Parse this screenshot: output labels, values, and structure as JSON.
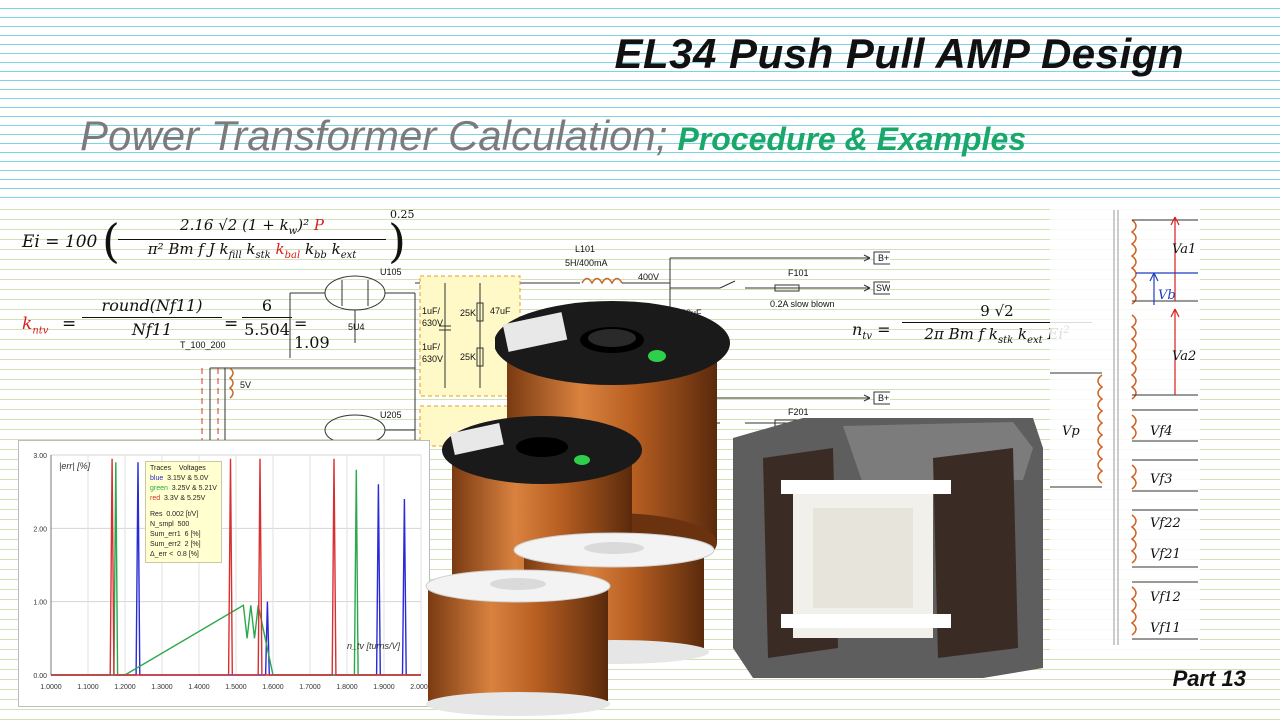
{
  "header": {
    "title": "EL34  Push Pull AMP Design",
    "subtitle_grey": "Power Transformer Calculation;",
    "subtitle_green": "Procedure & Examples",
    "part": "Part 13"
  },
  "equations": {
    "ei_lhs": "Ei = 100",
    "ei_numerator": "2.16 √2 (1 + k",
    "ei_numerator_tail": ")² ",
    "ei_P": "P",
    "ei_denominator_a": "π² Bm f J k",
    "ei_denominator_b": " k",
    "ei_kbal": "k",
    "ei_denominator_c": " k",
    "ei_denominator_d": " k",
    "ei_exp": "0.25",
    "kntv_lhs": "k",
    "kntv_num": "round(Nf11)",
    "kntv_den": "Nf11",
    "kntv_mid_num": "6",
    "kntv_mid_den": "5.504",
    "kntv_result": "= 1.09",
    "kntv_ref": "T_100_200",
    "ntv_lhs": "n",
    "ntv_num": "9 √2",
    "ntv_den": "2π Bm f k"
  },
  "schematic": {
    "tube1": "U105",
    "tube1_type": "5U4",
    "tube2": "U205",
    "choke": "L101",
    "choke_spec": "5H/400mA",
    "voltage": "400V",
    "fuse1": "F101",
    "fuse1_spec": "0.2A slow blown",
    "fuse2": "F201",
    "out_b1": "B+",
    "out_swb": "SWB+",
    "out_b2": "B+",
    "cap1": "1uF/",
    "cap1b": "630V",
    "cap2": "1uF/",
    "cap2b": "630V",
    "res1": "25K",
    "res2": "25K",
    "cap3": "47uF",
    "cap4": "560uF",
    "heater": "5V"
  },
  "transformer": {
    "primary": "Vp",
    "secondaries": [
      "Va1",
      "Vb",
      "Va2",
      "Vf4",
      "Vf3",
      "Vf22",
      "Vf21",
      "Vf12",
      "Vf11"
    ]
  },
  "colors": {
    "title_green": "#1aa86a",
    "accent_red": "#d81e1e",
    "copper": "#c5692b",
    "core_grey": "#6e6e6e",
    "blue": "#1f3fbf"
  },
  "graph": {
    "ylabel": "|err| [%]",
    "xlabel": "n_tv [turns/V]",
    "legend": {
      "header_a": "Traces",
      "header_b": "Voltages",
      "rows": [
        {
          "c": "blue",
          "v": "3.15V & 5.0V"
        },
        {
          "c": "green",
          "v": "3.25V & 5.21V"
        },
        {
          "c": "red",
          "v": "3.3V & 5.25V"
        }
      ],
      "stats": [
        {
          "k": "Res",
          "v": "0.002",
          "u": "[t/V]"
        },
        {
          "k": "N_smpl",
          "v": "500",
          "u": ""
        },
        {
          "k": "Sum_err1",
          "v": "6",
          "u": "[%]"
        },
        {
          "k": "Sum_err2",
          "v": "2",
          "u": "[%]"
        },
        {
          "k": "Δ_err <",
          "v": "0.8",
          "u": "[%]"
        }
      ]
    },
    "chart_data": {
      "type": "line",
      "xlim": [
        1.0,
        2.0
      ],
      "ylim": [
        0,
        3
      ],
      "x_ticks": [
        "1.0000",
        "1.1000",
        "1.2000",
        "1.3000",
        "1.4000",
        "1.5000",
        "1.6000",
        "1.7000",
        "1.8000",
        "1.9000",
        "2.0000"
      ],
      "y_ticks": [
        "0.00",
        "1.00",
        "2.00",
        "3.00"
      ],
      "series": [
        {
          "name": "blue",
          "color": "#2a2ad8",
          "x": [
            1.0,
            1.23,
            1.235,
            1.24,
            1.25,
            1.58,
            1.585,
            1.59,
            1.6,
            1.88,
            1.885,
            1.89,
            1.95,
            1.955,
            1.96,
            2.0
          ],
          "y": [
            0,
            0,
            2.9,
            0,
            0,
            0,
            1.0,
            0,
            0,
            0,
            2.6,
            0,
            0,
            2.4,
            0,
            0
          ]
        },
        {
          "name": "green",
          "color": "#2aa84a",
          "x": [
            1.0,
            1.17,
            1.175,
            1.18,
            1.2,
            1.52,
            1.53,
            1.54,
            1.55,
            1.56,
            1.6,
            1.82,
            1.825,
            1.83,
            2.0
          ],
          "y": [
            0,
            0,
            2.9,
            0,
            0,
            0.95,
            0.5,
            0.95,
            0.5,
            0.95,
            0,
            0,
            2.8,
            0,
            0
          ]
        },
        {
          "name": "red",
          "color": "#d83030",
          "x": [
            1.0,
            1.16,
            1.165,
            1.17,
            1.2,
            1.48,
            1.485,
            1.49,
            1.56,
            1.565,
            1.57,
            1.76,
            1.765,
            1.77,
            2.0
          ],
          "y": [
            0,
            0,
            2.95,
            0,
            0,
            0,
            2.95,
            0,
            0,
            2.95,
            0,
            0,
            2.95,
            0,
            0
          ]
        }
      ]
    }
  }
}
